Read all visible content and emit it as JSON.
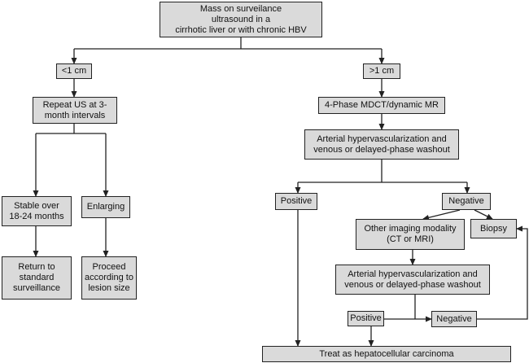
{
  "colors": {
    "box_fill": "#dadada",
    "border": "#222222",
    "line": "#222222",
    "background": "#ffffff"
  },
  "nodes": {
    "start": "Mass on surveilance\nultrasound in a\ncirrhotic liver or with chronic HBV",
    "lt1": "<1 cm",
    "gt1": ">1 cm",
    "repeat_us": "Repeat US at 3-\nmonth intervals",
    "mdct": "4-Phase MDCT/dynamic MR",
    "arterial1": "Arterial hypervascularization and\nvenous or delayed-phase washout",
    "stable": "Stable over\n18-24 months",
    "enlarging": "Enlarging",
    "positive1": "Positive",
    "negative1": "Negative",
    "other_imaging": "Other imaging modality\n(CT or MRI)",
    "biopsy": "Biopsy",
    "return": "Return to\nstandard\nsurveillance",
    "proceed": "Proceed\naccording to\nlesion size",
    "arterial2": "Arterial hypervascularization and\nvenous or delayed-phase washout",
    "positive2": "Positive",
    "negative2": "Negative",
    "treat": "Treat as hepatocellular carcinoma"
  }
}
